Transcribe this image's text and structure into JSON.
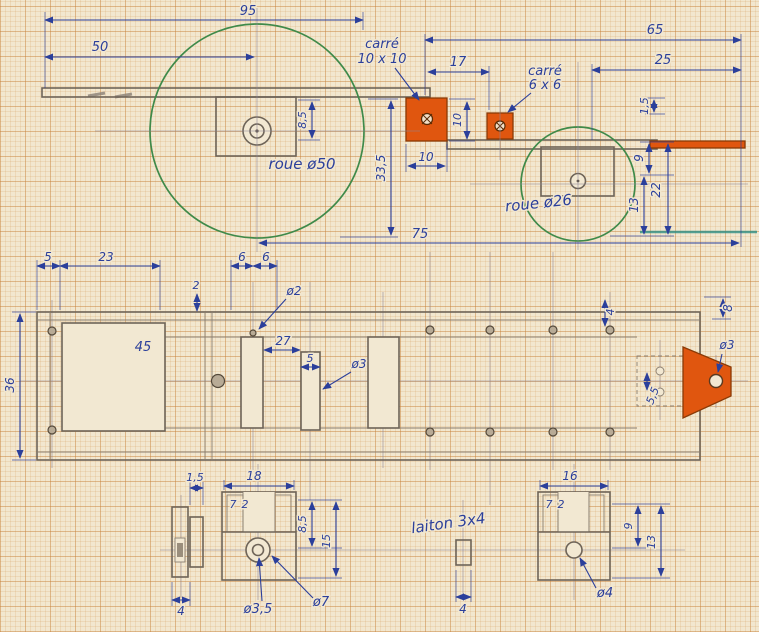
{
  "drawing": {
    "description": "hand-drawn mechanical drawing on millimeter graph paper, French annotations",
    "colors": {
      "paper": "#f2e7cf",
      "grid": "#c6803a",
      "ink_blue": "#2b3f9b",
      "pencil": "#6e6458",
      "wheel_green": "#3f8a4a",
      "part_orange": "#e0560f",
      "teal_mark": "#2e8f86"
    },
    "side_view": {
      "dims": {
        "d95": "95",
        "d50": "50",
        "d65": "65",
        "d17": "17",
        "d25": "25",
        "d85": "8,5",
        "d335": "33,5",
        "d10v": "10",
        "d10h": "10",
        "d15": "1,5",
        "d9": "9",
        "d13": "13",
        "d22": "22",
        "d75": "75"
      },
      "labels": {
        "carre10_l1": "carré",
        "carre10_l2": "10 x 10",
        "carre6_l1": "carré",
        "carre6_l2": "6 x 6",
        "roue50": "roue ø50",
        "roue26": "roue ø26"
      }
    },
    "plan_view": {
      "dims": {
        "d5": "5",
        "d23": "23",
        "d2": "2",
        "d6a": "6",
        "d6b": "6",
        "dphi2": "ø2",
        "d45": "45",
        "d27": "27",
        "d5b": "5",
        "dphi3": "ø3",
        "d36": "36",
        "d4": "4",
        "d8": "8",
        "dphi3r": "ø3",
        "d55": "5,5"
      }
    },
    "details": {
      "left": {
        "d15": "1,5",
        "d4": "4"
      },
      "center": {
        "d18": "18",
        "d7": "7",
        "d2": "2",
        "d85": "8,5",
        "d15": "15",
        "phi35": "ø3,5",
        "phi7": "ø7"
      },
      "brass": {
        "label": "laiton 3x4",
        "d4": "4"
      },
      "right": {
        "d16": "16",
        "d7": "7",
        "d2": "2",
        "d9": "9",
        "d13": "13",
        "phi4": "ø4"
      }
    }
  }
}
